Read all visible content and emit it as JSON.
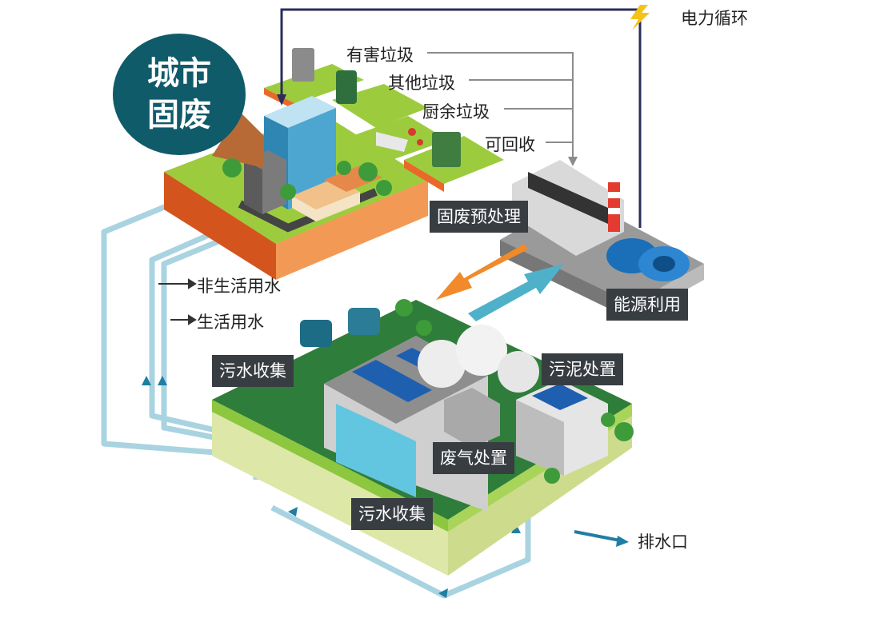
{
  "title": {
    "line1": "城市",
    "line2": "固废"
  },
  "power_cycle": "电力循环",
  "waste_types": [
    "有害垃圾",
    "其他垃圾",
    "厨余垃圾",
    "可回收"
  ],
  "water_types": {
    "non_domestic": "非生活用水",
    "domestic": "生活用水"
  },
  "process_labels": {
    "solid_waste_pretreatment": "固废预处理",
    "energy_utilization": "能源利用",
    "sewage_collection_upper": "污水收集",
    "sludge_disposal": "污泥处置",
    "exhaust_gas_treatment": "废气处置",
    "sewage_collection_lower": "污水收集"
  },
  "outlet": "排水口",
  "colors": {
    "title_bg": "#0f5b6a",
    "label_bg": "#383d42",
    "pipe": "#a9d3e0",
    "arrow_orange": "#f08a2a",
    "arrow_blue": "#4fb1c9",
    "grass": "#8dc63f",
    "soil": "#e86a2a"
  }
}
